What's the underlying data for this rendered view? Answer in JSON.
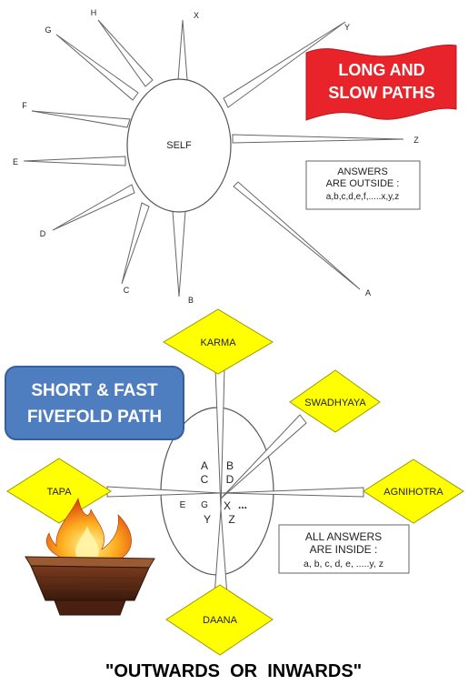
{
  "top": {
    "center_label": "SELF",
    "spoke_labels": [
      "A",
      "B",
      "C",
      "D",
      "E",
      "F",
      "G",
      "H",
      "X",
      "Y",
      "Z"
    ],
    "banner": [
      "LONG AND",
      "SLOW PATHS"
    ],
    "answers_box": [
      "ANSWERS",
      "ARE OUTSIDE :",
      "a,b,c,d,e,f,.....x,y,z"
    ]
  },
  "bottom": {
    "banner": [
      "SHORT & FAST",
      "FIVEFOLD PATH"
    ],
    "paths": [
      "KARMA",
      "SWADHYAYA",
      "TAPA",
      "AGNIHOTRA",
      "DAANA"
    ],
    "inner_letters": [
      "A",
      "B",
      "C",
      "D",
      "E",
      "G",
      "X",
      "...",
      "Y",
      "Z"
    ],
    "answers_box": [
      "ALL ANSWERS",
      "ARE INSIDE :",
      "a, b, c, d, e,  .....y, z"
    ]
  },
  "caption": "\"OUTWARDS  OR  INWARDS\"",
  "colors": {
    "long_banner": "#e8242a",
    "short_banner": "#4f7ec0",
    "diamond": "#ffff00",
    "caption": "#000000"
  }
}
